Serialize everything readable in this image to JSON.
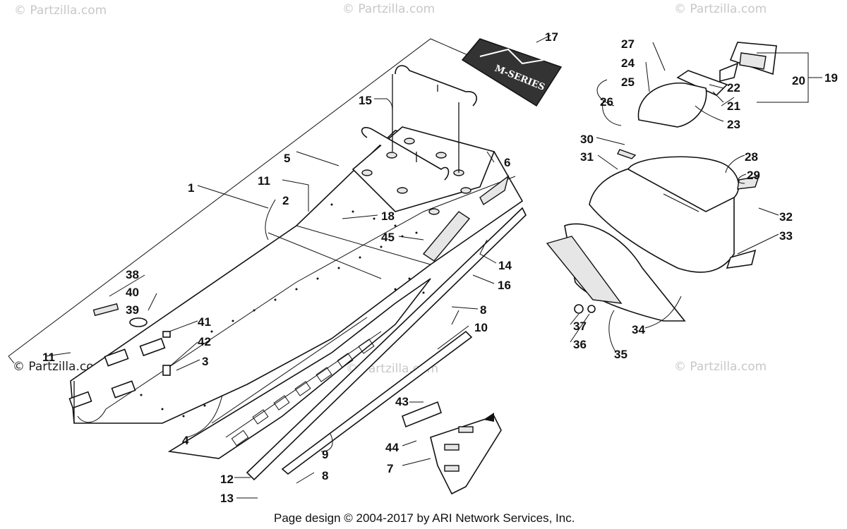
{
  "watermarks": [
    "© Partzilla.com",
    "© Partzilla.com",
    "© Partzilla.com",
    "© Partzilla.com",
    "© Partzilla.com",
    "© Partzilla.com"
  ],
  "decal_text": "M-SERIES",
  "footer": "Page design © 2004-2017 by ARI Network Services, Inc.",
  "callouts": [
    "1",
    "2",
    "3",
    "4",
    "5",
    "6",
    "7",
    "8",
    "8",
    "9",
    "10",
    "11",
    "11",
    "12",
    "13",
    "14",
    "15",
    "16",
    "17",
    "18",
    "19",
    "20",
    "21",
    "22",
    "23",
    "24",
    "25",
    "26",
    "27",
    "28",
    "29",
    "30",
    "31",
    "32",
    "33",
    "34",
    "35",
    "36",
    "37",
    "38",
    "39",
    "40",
    "41",
    "42",
    "43",
    "44",
    "45"
  ]
}
